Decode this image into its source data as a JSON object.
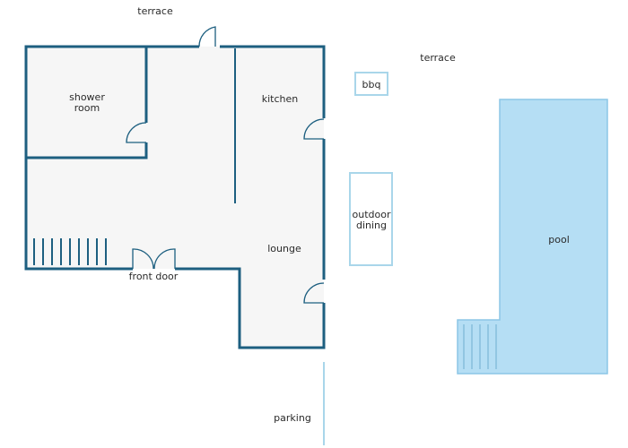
{
  "labels": {
    "terrace_top": "terrace",
    "terrace_right": "terrace",
    "shower_line1": "shower",
    "shower_line2": "room",
    "kitchen": "kitchen",
    "lounge": "lounge",
    "front_door": "front door",
    "bbq": "bbq",
    "outdoor_line1": "outdoor",
    "outdoor_line2": "dining",
    "pool": "pool",
    "parking": "parking"
  },
  "colors": {
    "wall": "#1d5f80",
    "floor": "#f6f6f6",
    "outdoor_outline": "#a9d6ea",
    "pool_fill": "#b5def4",
    "pool_stroke": "#8cc6e6",
    "pool_steps": "#7fb8d8",
    "door": "#1d5f80"
  },
  "icons": {
    "door": "door-swing-icon",
    "double_door": "double-door-swing-icon",
    "stairs": "stairs-icon",
    "pool_steps": "pool-steps-icon"
  }
}
